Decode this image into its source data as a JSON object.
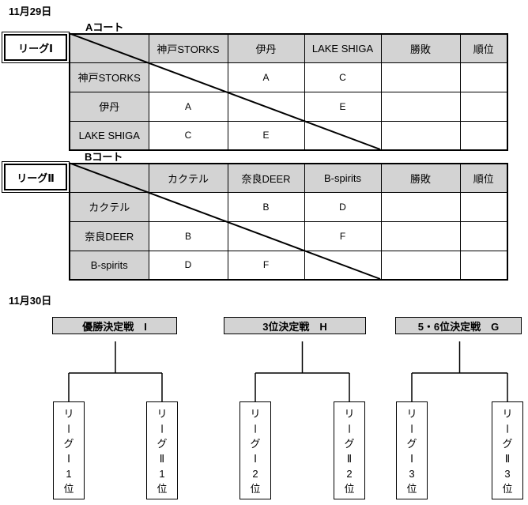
{
  "dates": [
    "11月29日",
    "11月30日"
  ],
  "league_tables": [
    {
      "court": "Aコート",
      "league": "リーグⅠ",
      "teams": [
        "神戸STORKS",
        "伊丹",
        "LAKE SHIGA"
      ],
      "result_headers": [
        "勝敗",
        "順位"
      ],
      "matrix": [
        [
          "",
          "A",
          "C"
        ],
        [
          "A",
          "",
          "E"
        ],
        [
          "C",
          "E",
          ""
        ]
      ],
      "records": [
        [
          "",
          ""
        ],
        [
          "",
          ""
        ],
        [
          "",
          ""
        ]
      ]
    },
    {
      "court": "Bコート",
      "league": "リーグⅡ",
      "teams": [
        "カクテル",
        "奈良DEER",
        "B-spirits"
      ],
      "result_headers": [
        "勝敗",
        "順位"
      ],
      "matrix": [
        [
          "",
          "B",
          "D"
        ],
        [
          "B",
          "",
          "F"
        ],
        [
          "D",
          "F",
          ""
        ]
      ],
      "records": [
        [
          "",
          ""
        ],
        [
          "",
          ""
        ],
        [
          "",
          ""
        ]
      ]
    }
  ],
  "finals": [
    {
      "title": "優勝決定戦　I",
      "legs": [
        "リーグⅠ1位",
        "リーグⅡ1位"
      ]
    },
    {
      "title": "3位決定戦　H",
      "legs": [
        "リーグⅠ2位",
        "リーグⅡ2位"
      ]
    },
    {
      "title": "5・6位決定戦　G",
      "legs": [
        "リーグⅠ3位",
        "リーグⅡ3位"
      ]
    }
  ],
  "colors": {
    "header_bg": "#d3d3d3",
    "line": "#000000",
    "background": "#ffffff"
  }
}
